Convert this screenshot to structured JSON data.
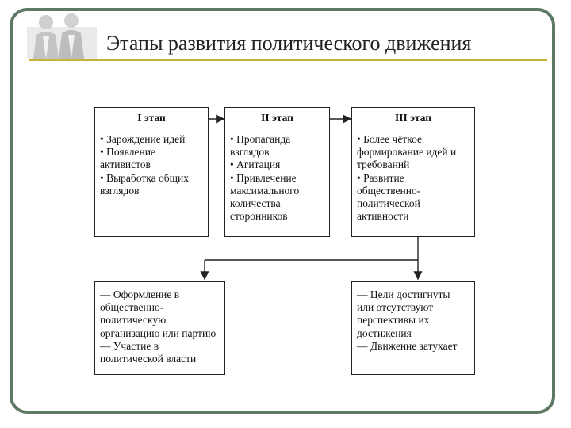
{
  "slide": {
    "title": "Этапы развития политического движения"
  },
  "diagram": {
    "stages": [
      {
        "label": "I этап",
        "items": [
          "Зарождение идей",
          "Появление активистов",
          "Выработка общих взглядов"
        ]
      },
      {
        "label": "II этап",
        "items": [
          "Пропаганда взглядов",
          "Агитация",
          "Привлечение максимального количества сторонников"
        ]
      },
      {
        "label": "III этап",
        "items": [
          "Более чёткое формирование идей и требований",
          "Развитие общественно-политической активности"
        ]
      }
    ],
    "outcomes": [
      {
        "lines": [
          "— Оформление в общественно-политическую организацию или партию",
          "— Участие в политической власти"
        ]
      },
      {
        "lines": [
          "— Цели достигнуты или отсутствуют перспективы их достижения",
          "— Движение затухает"
        ]
      }
    ]
  }
}
